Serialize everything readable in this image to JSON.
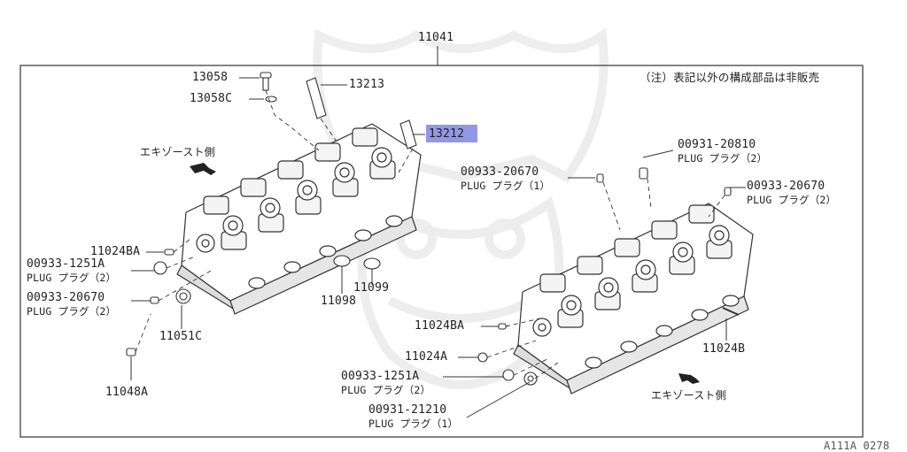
{
  "diagram": {
    "assembly_number": "11041",
    "note": "（注）表記以外の構成部品は非販売",
    "figure_code": "A111A 0278",
    "highlight_color": "#7f86e0",
    "exhaust_side_left": "エキゾースト側",
    "exhaust_side_right": "エキゾースト側",
    "parts": {
      "p13058": "13058",
      "p13058C": "13058C",
      "p13213": "13213",
      "p13212": "13212",
      "p11024BA_top": "11024BA",
      "p00933_1251A_left": "00933-1251A",
      "plug2_a": "PLUG プラグ（2）",
      "p00933_20670_left": "00933-20670",
      "plug2_b": "PLUG プラグ（2）",
      "p11051C": "11051C",
      "p11048A": "11048A",
      "p11098": "11098",
      "p11099": "11099",
      "p00931_20810": "00931-20810",
      "plug2_c": "PLUG プラグ（2）",
      "p00933_20670_mid": "00933-20670",
      "plug1_a": "PLUG プラグ（1）",
      "p00933_20670_right": "00933-20670",
      "plug2_d": "PLUG プラグ（2）",
      "p11024BA_bottom": "11024BA",
      "p11024A": "11024A",
      "p11024B": "11024B",
      "p00933_1251A_bottom": "00933-1251A",
      "plug2_e": "PLUG プラグ（2）",
      "p00931_21210": "00931-21210",
      "plug1_b": "PLUG プラグ（1）"
    }
  }
}
